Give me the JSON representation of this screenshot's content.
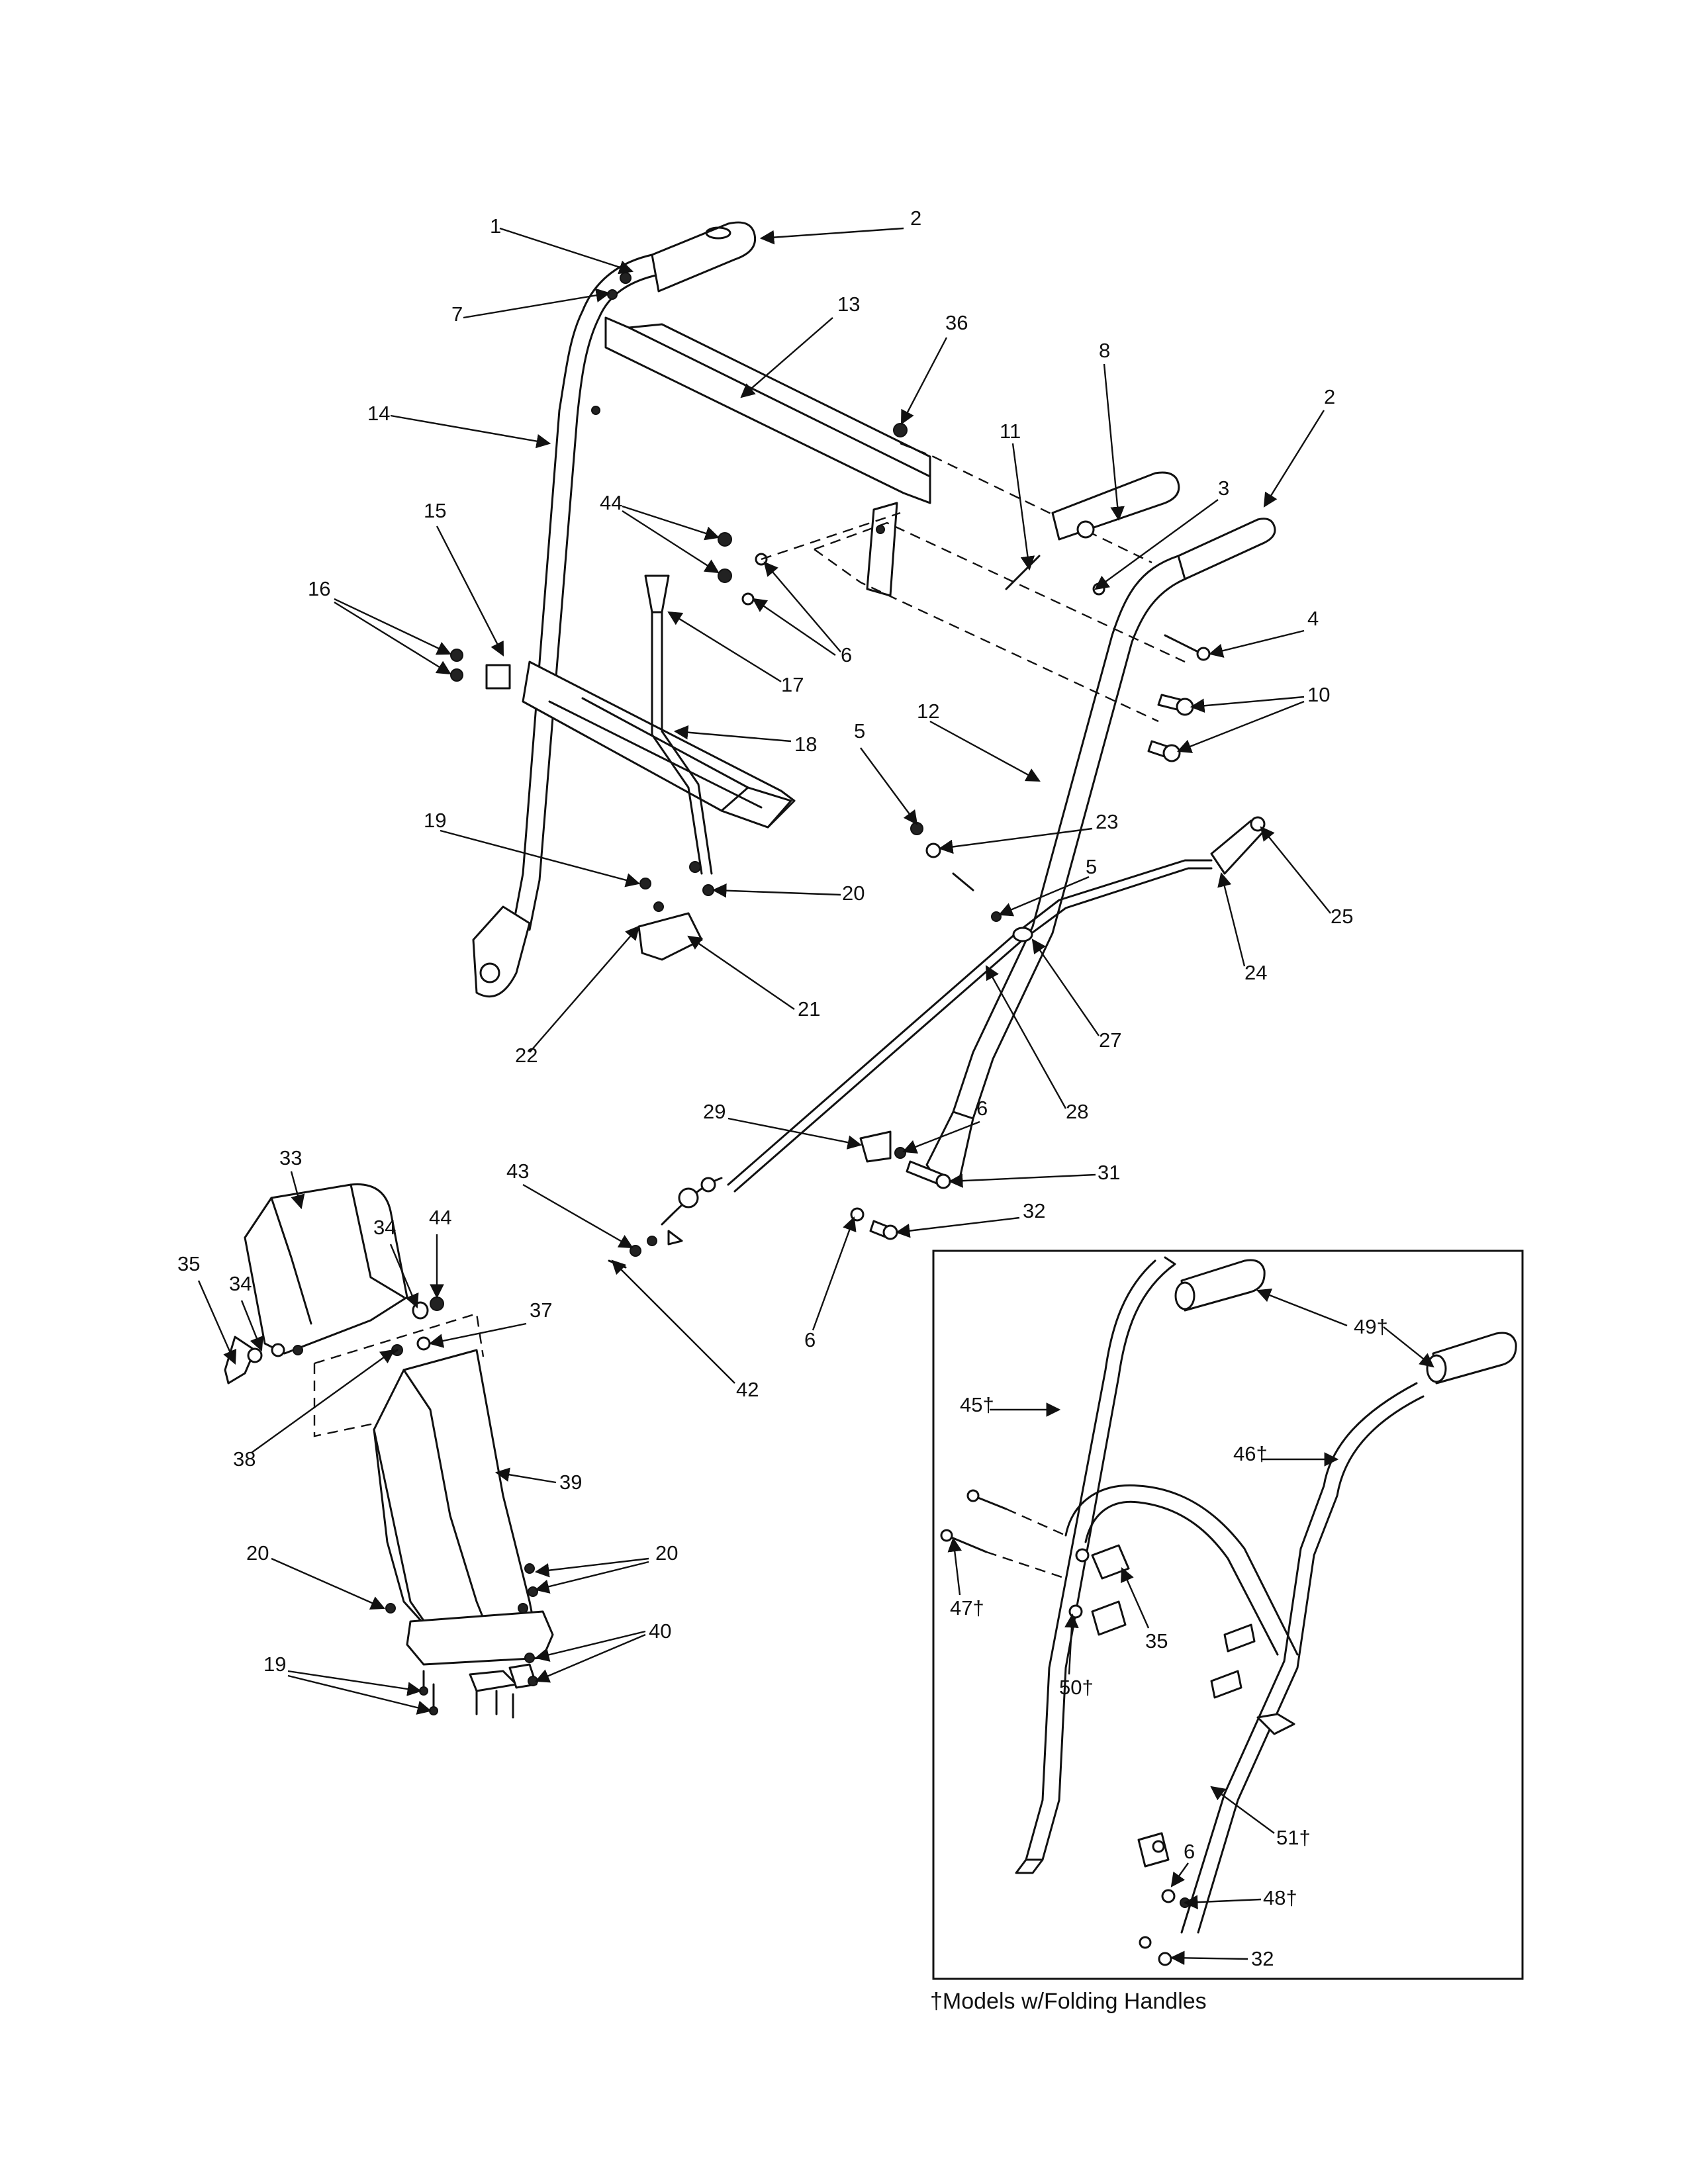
{
  "diagram": {
    "labels_main": [
      "1",
      "2",
      "7",
      "13",
      "36",
      "8",
      "11",
      "3",
      "2",
      "14",
      "44",
      "6",
      "15",
      "16",
      "17",
      "18",
      "4",
      "10",
      "12",
      "5",
      "23",
      "5",
      "25",
      "24",
      "19",
      "20",
      "21",
      "22",
      "27",
      "28",
      "29",
      "6",
      "31",
      "43",
      "32",
      "6",
      "42",
      "33",
      "34",
      "44",
      "35",
      "34",
      "37",
      "38",
      "39",
      "20",
      "20",
      "40",
      "19"
    ],
    "labels_inset": [
      "49†",
      "45†",
      "46†",
      "47†",
      "35",
      "50†",
      "51†",
      "6",
      "48†",
      "32"
    ],
    "inset_caption": "†Models w/Folding Handles"
  }
}
